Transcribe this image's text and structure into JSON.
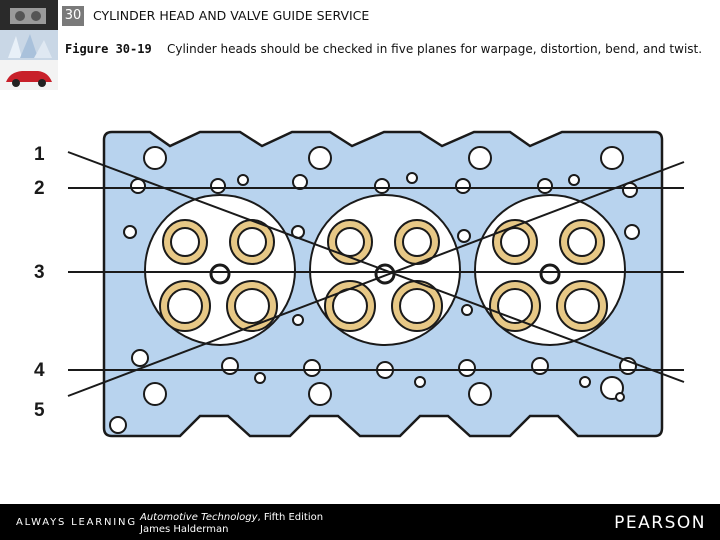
{
  "header": {
    "chapter_number": "30",
    "title": "CYLINDER HEAD AND VALVE GUIDE SERVICE"
  },
  "caption": {
    "figure_label": "Figure 30-19",
    "text": "Cylinder heads should be checked in five planes for warpage, distortion, bend, and twist."
  },
  "figure": {
    "plane_labels": [
      "1",
      "2",
      "3",
      "4",
      "5"
    ],
    "colors": {
      "head": "#b8d3ee",
      "outline": "#1a1a1a",
      "valve_seat": "#e7c886",
      "chamber": "#ffffff"
    }
  },
  "footer": {
    "brand_left": "ALWAYS LEARNING",
    "book_title": "Automotive Technology",
    "edition": ", Fifth Edition",
    "author": "James Halderman",
    "publisher": "PEARSON"
  }
}
